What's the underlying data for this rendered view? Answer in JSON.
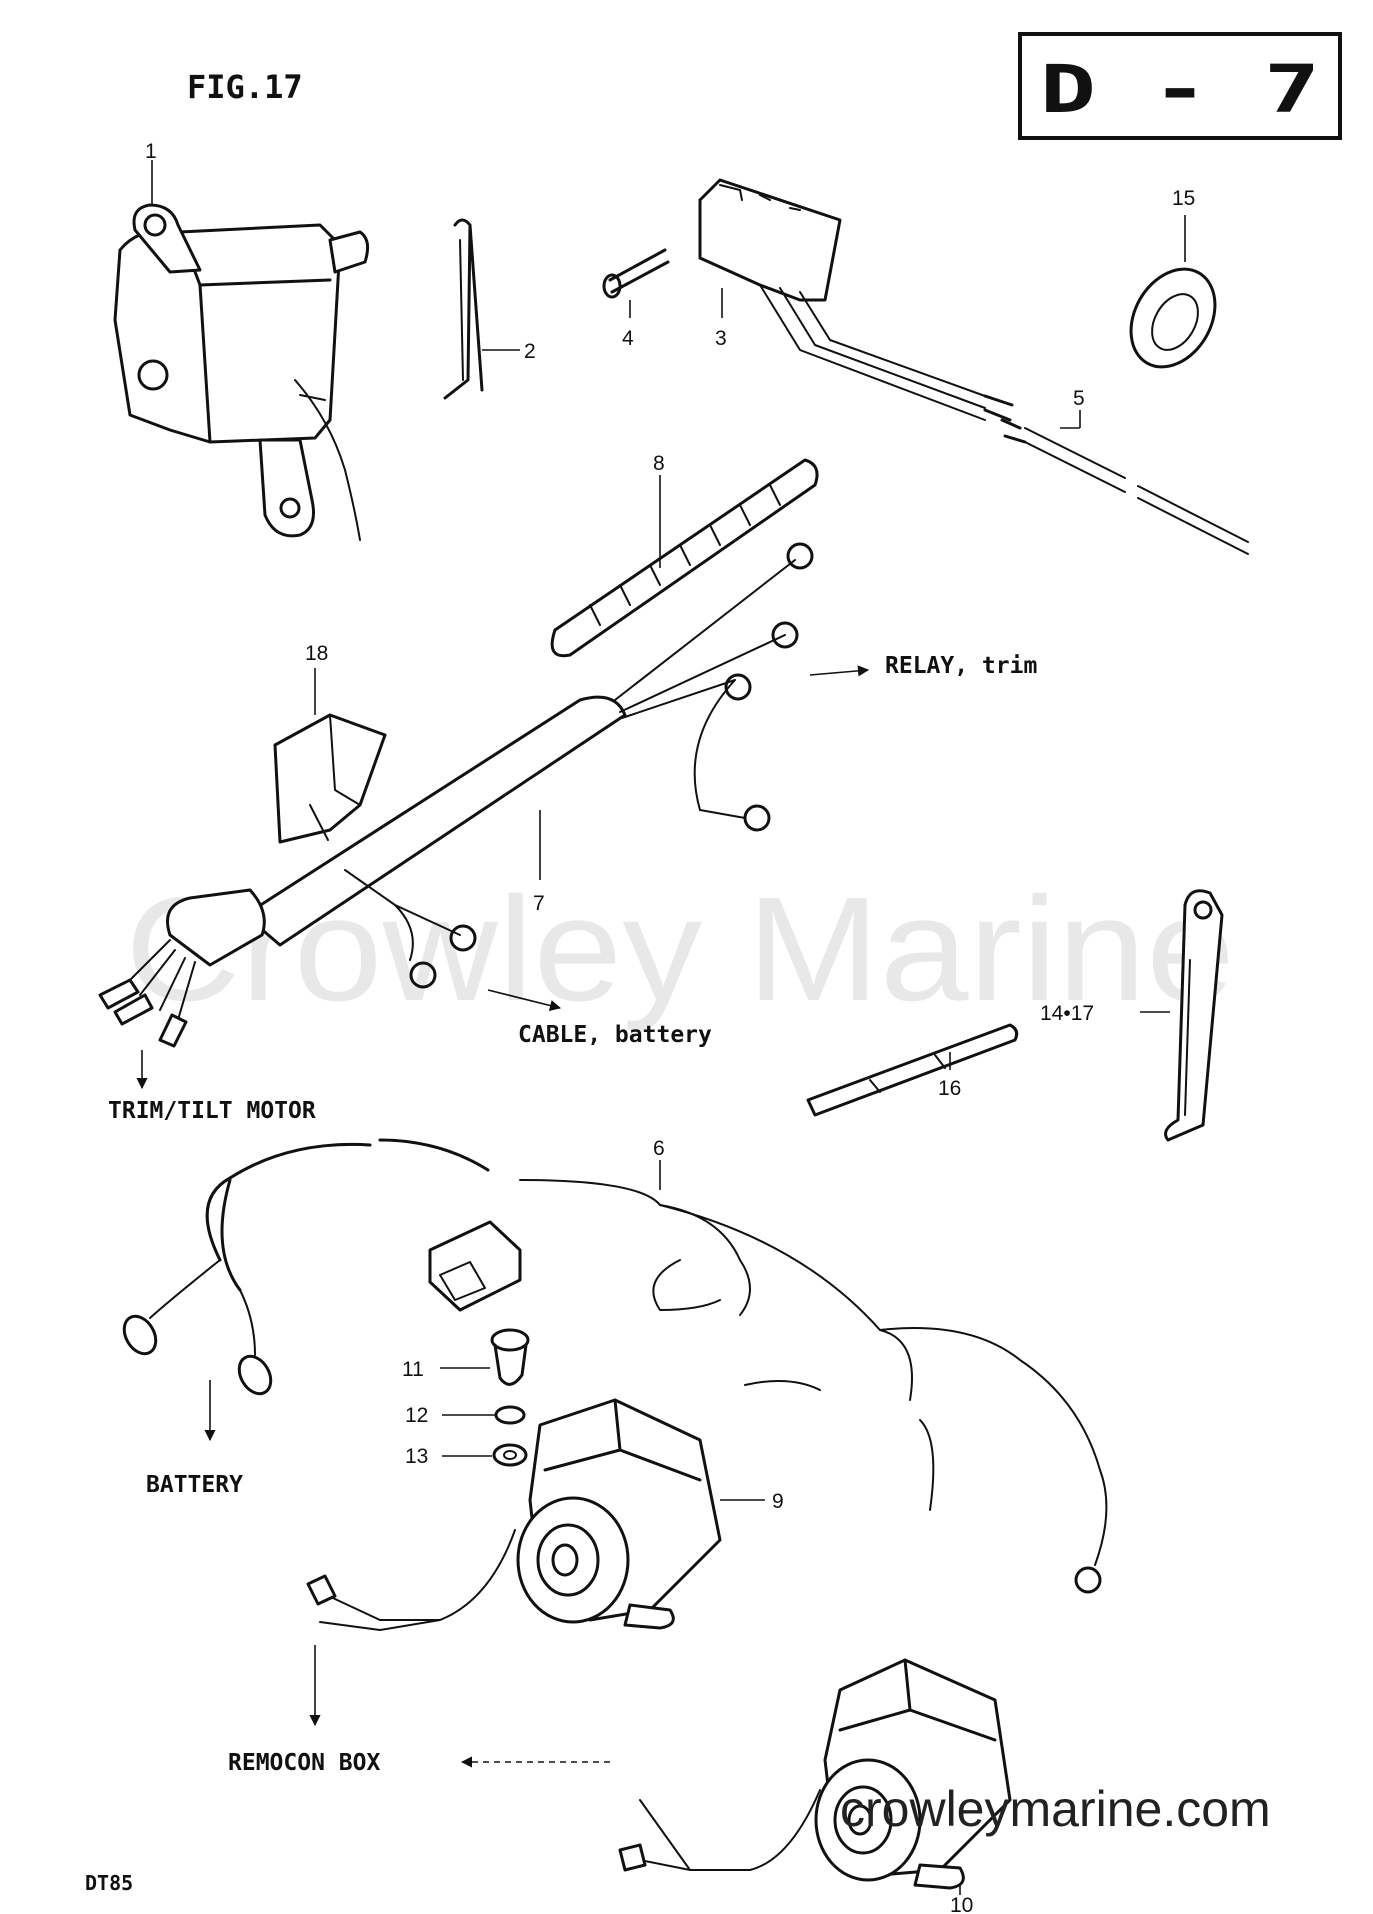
{
  "figure": {
    "title": "FIG.17",
    "page_code": "D - 7",
    "model": "DT85"
  },
  "watermark": {
    "text": "Crowley Marine",
    "site": "crowleymarine.com"
  },
  "callouts": [
    "1",
    "2",
    "3",
    "4",
    "5",
    "6",
    "7",
    "8",
    "9",
    "10",
    "11",
    "12",
    "13",
    "14•17",
    "15",
    "16",
    "18"
  ],
  "destinations": {
    "relay": "RELAY, trim",
    "cable": "CABLE, battery",
    "trim_motor": "TRIM/TILT MOTOR",
    "battery": "BATTERY",
    "remocon": "REMOCON BOX"
  }
}
